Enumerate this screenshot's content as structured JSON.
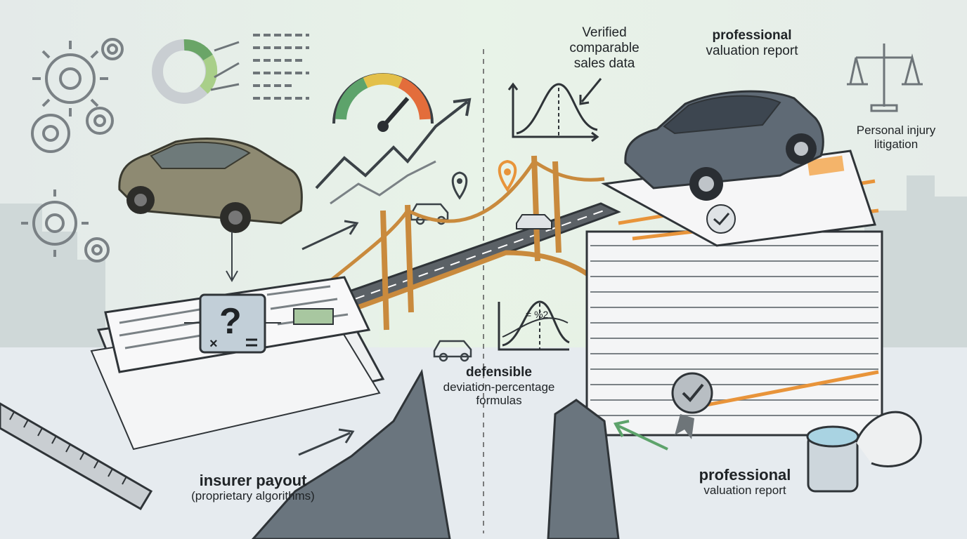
{
  "labels": {
    "verified_comparable": [
      "Verified",
      "comparable",
      "sales data"
    ],
    "professional_top": [
      "professional",
      "valuation report"
    ],
    "personal_injury": [
      "Personal injury",
      "litigation"
    ],
    "defensible": [
      "defensible",
      "deviation-percentage",
      "formulas"
    ],
    "insurer": [
      "insurer payout",
      "(proprietary algorithms)"
    ],
    "professional_bottom": [
      "professional",
      "valuation report"
    ]
  },
  "formula_text": "= %2",
  "icons": [
    "gear-icon",
    "donut-chart-icon",
    "gauge-icon",
    "trend-arrow-icon",
    "bell-curve-icon",
    "location-pin-icon",
    "scales-icon",
    "question-mark-icon",
    "seal-check-icon",
    "magnifier-icon",
    "ruler-icon",
    "car-icon",
    "bridge-icon",
    "paper-stack-icon"
  ],
  "colors": {
    "background": "#e9eeec",
    "accent_orange": "#e8943a",
    "accent_green": "#5da36b",
    "bridge": "#c98a3d",
    "text": "#1f2326"
  }
}
